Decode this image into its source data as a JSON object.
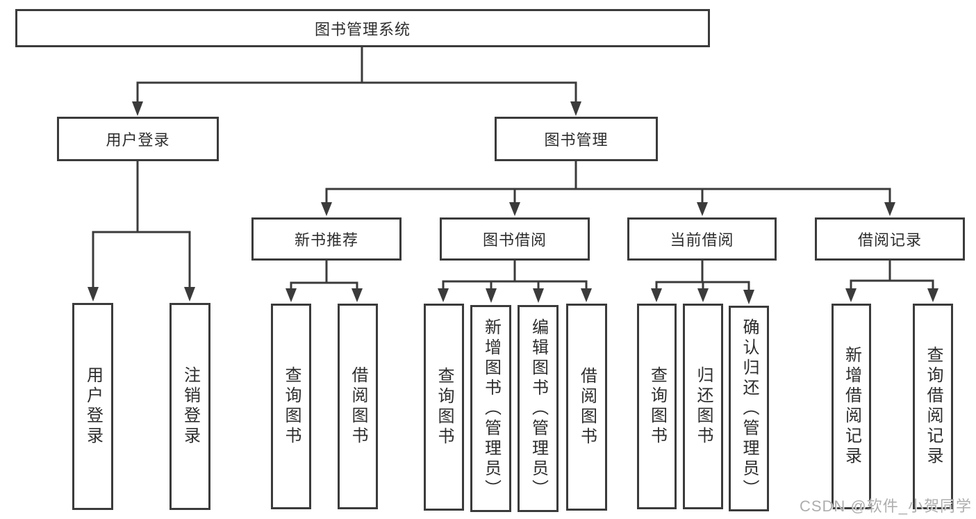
{
  "diagram": {
    "root": {
      "label": "图书管理系统"
    },
    "branches": [
      {
        "label": "用户登录",
        "children": [
          {
            "label": "用户登录"
          },
          {
            "label": "注销登录"
          }
        ]
      },
      {
        "label": "图书管理",
        "children": [
          {
            "label": "新书推荐",
            "children": [
              {
                "label": "查询图书"
              },
              {
                "label": "借阅图书"
              }
            ]
          },
          {
            "label": "图书借阅",
            "children": [
              {
                "label": "查询图书"
              },
              {
                "label": "新增图书（管理员）"
              },
              {
                "label": "编辑图书（管理员）"
              },
              {
                "label": "借阅图书"
              }
            ]
          },
          {
            "label": "当前借阅",
            "children": [
              {
                "label": "查询图书"
              },
              {
                "label": "归还图书"
              },
              {
                "label": "确认归还（管理员）"
              }
            ]
          },
          {
            "label": "借阅记录",
            "children": [
              {
                "label": "新增借阅记录"
              },
              {
                "label": "查询借阅记录"
              }
            ]
          }
        ]
      }
    ]
  },
  "watermark": {
    "text": "CSDN @软件_小贺同学"
  },
  "colors": {
    "line": "#3b3b3b",
    "text": "#2d2d2d",
    "background": "#ffffff",
    "watermark": "#aeaeae"
  }
}
